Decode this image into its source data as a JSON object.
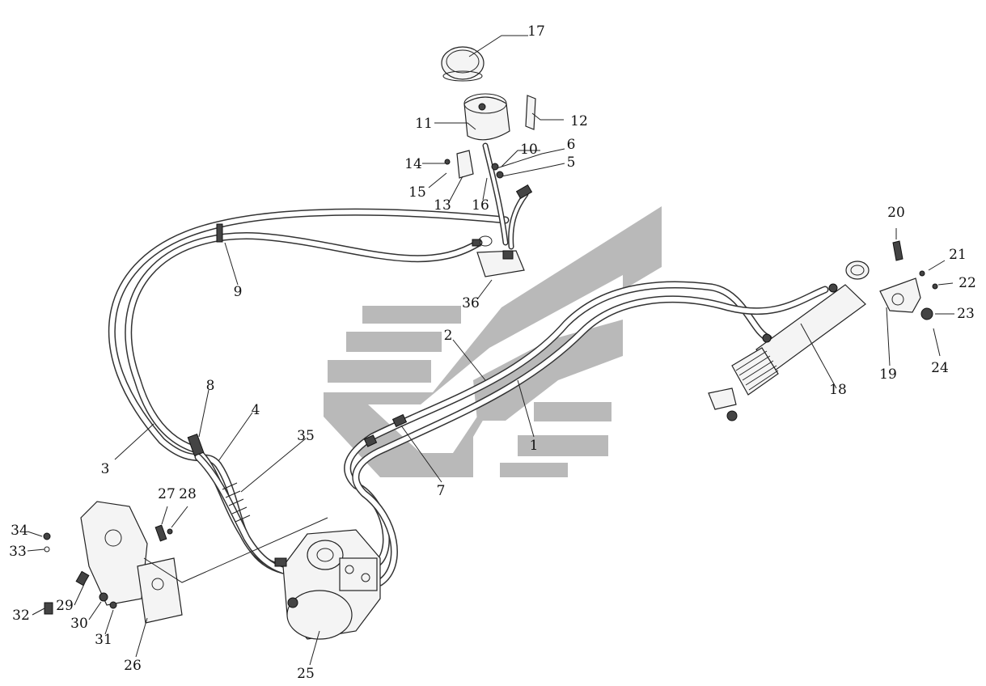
{
  "diagram": {
    "watermark_color": "#b9b9b9",
    "line_color": "#222222",
    "callouts": [
      {
        "id": "1",
        "label": "1"
      },
      {
        "id": "2",
        "label": "2"
      },
      {
        "id": "3",
        "label": "3"
      },
      {
        "id": "4",
        "label": "4"
      },
      {
        "id": "5",
        "label": "5"
      },
      {
        "id": "6",
        "label": "6"
      },
      {
        "id": "7",
        "label": "7"
      },
      {
        "id": "8",
        "label": "8"
      },
      {
        "id": "9",
        "label": "9"
      },
      {
        "id": "10",
        "label": "10"
      },
      {
        "id": "11",
        "label": "11"
      },
      {
        "id": "12",
        "label": "12"
      },
      {
        "id": "13",
        "label": "13"
      },
      {
        "id": "14",
        "label": "14"
      },
      {
        "id": "15",
        "label": "15"
      },
      {
        "id": "16",
        "label": "16"
      },
      {
        "id": "17",
        "label": "17"
      },
      {
        "id": "18",
        "label": "18"
      },
      {
        "id": "19",
        "label": "19"
      },
      {
        "id": "20",
        "label": "20"
      },
      {
        "id": "21",
        "label": "21"
      },
      {
        "id": "22",
        "label": "22"
      },
      {
        "id": "23",
        "label": "23"
      },
      {
        "id": "24",
        "label": "24"
      },
      {
        "id": "25",
        "label": "25"
      },
      {
        "id": "26",
        "label": "26"
      },
      {
        "id": "27",
        "label": "27"
      },
      {
        "id": "28",
        "label": "28"
      },
      {
        "id": "29",
        "label": "29"
      },
      {
        "id": "30",
        "label": "30"
      },
      {
        "id": "31",
        "label": "31"
      },
      {
        "id": "32",
        "label": "32"
      },
      {
        "id": "33",
        "label": "33"
      },
      {
        "id": "34",
        "label": "34"
      },
      {
        "id": "35",
        "label": "35"
      },
      {
        "id": "36",
        "label": "36"
      }
    ]
  }
}
